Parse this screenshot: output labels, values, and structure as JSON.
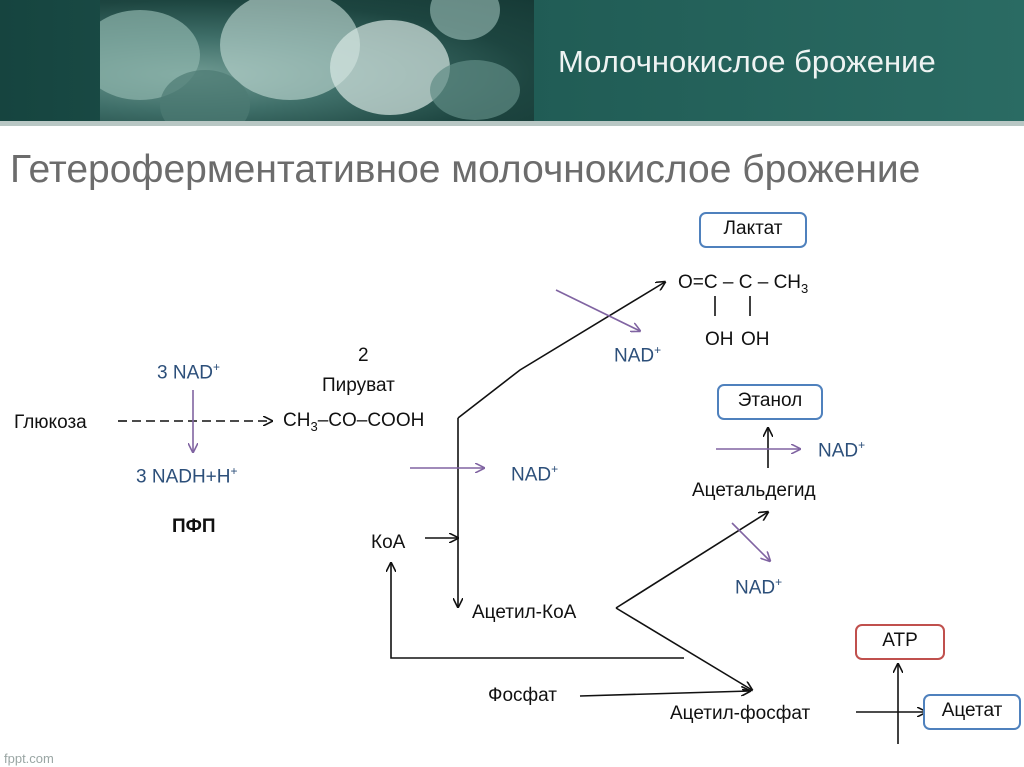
{
  "header": {
    "title": "Молочнокислое брожение"
  },
  "slide": {
    "title": "Гетероферментативное молочнокислое брожение"
  },
  "diagram": {
    "glucose": "Глюкоза",
    "nad_3": "3 NAD",
    "nadh_3": "3 NADH+H",
    "pfp": "ПФП",
    "pyruvate_count": "2",
    "pyruvate_name": "Пируват",
    "pyruvate_formula_a": "CH",
    "pyruvate_formula_sub": "3",
    "pyruvate_formula_b": "–CO–COOH",
    "nad_pyruvate": "NAD",
    "coa": "КоА",
    "acetyl_coa": "Ацетил-КоА",
    "lactate": "Лактат",
    "lactate_formula": "O=C – C – CH",
    "lactate_formula_sub": "3",
    "lactate_oh1": "OH",
    "lactate_oh2": "OH",
    "nad_lactate": "NAD",
    "ethanol": "Этанол",
    "nad_ethanol": "NAD",
    "acetaldehyde": "Ацетальдегид",
    "nad_acetaldehyde": "NAD",
    "atp": "ATP",
    "phosphate": "Фосфат",
    "acetyl_phosphate": "Ацетил-фосфат",
    "acetate": "Ацетат",
    "plus": "+"
  },
  "watermark": "fppt.com",
  "colors": {
    "header_bg": "#1f5a53",
    "box_blue": "#4f81bd",
    "box_red": "#c0504d",
    "nad_text": "#2c4f7a",
    "side_arrow": "#8064a2"
  }
}
